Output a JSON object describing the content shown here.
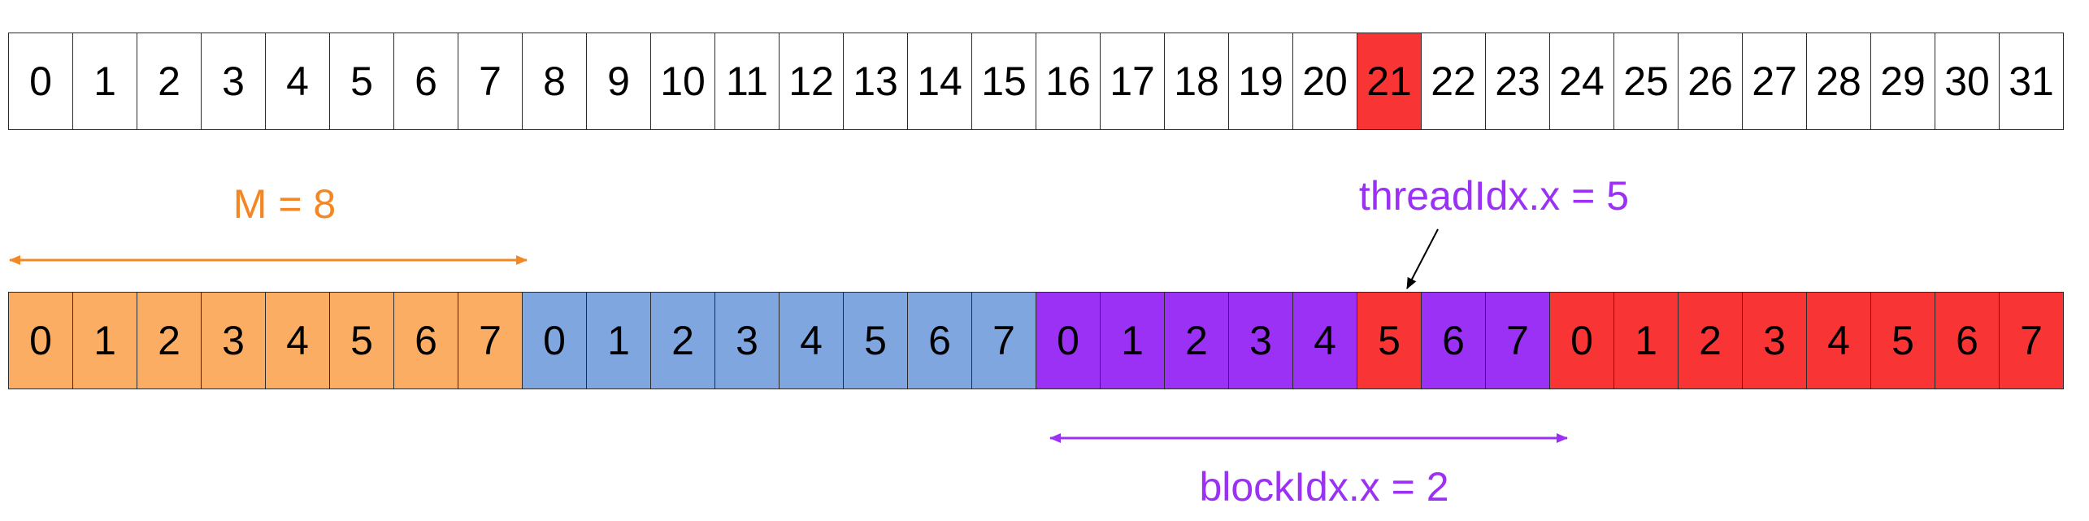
{
  "colors": {
    "default": "#ffffff",
    "highlight": "#f93434",
    "block0": "#fbae63",
    "block1": "#7fa6de",
    "block2": "#9a31f4",
    "block3": "#f93434",
    "m_label": "#f38724",
    "thread_label": "#9a31f4",
    "block_label": "#9a31f4",
    "pointer": "#000000"
  },
  "global_indices": {
    "cells": [
      "0",
      "1",
      "2",
      "3",
      "4",
      "5",
      "6",
      "7",
      "8",
      "9",
      "10",
      "11",
      "12",
      "13",
      "14",
      "15",
      "16",
      "17",
      "18",
      "19",
      "20",
      "21",
      "22",
      "23",
      "24",
      "25",
      "26",
      "27",
      "28",
      "29",
      "30",
      "31"
    ],
    "highlighted_index": 21
  },
  "blocks": [
    {
      "color_key": "block0",
      "cells": [
        "0",
        "1",
        "2",
        "3",
        "4",
        "5",
        "6",
        "7"
      ]
    },
    {
      "color_key": "block1",
      "cells": [
        "0",
        "1",
        "2",
        "3",
        "4",
        "5",
        "6",
        "7"
      ]
    },
    {
      "color_key": "block2",
      "cells": [
        "0",
        "1",
        "2",
        "3",
        "4",
        "5",
        "6",
        "7"
      ],
      "highlighted_thread": 5
    },
    {
      "color_key": "block3",
      "cells": [
        "0",
        "1",
        "2",
        "3",
        "4",
        "5",
        "6",
        "7"
      ]
    }
  ],
  "labels": {
    "m": "M = 8",
    "thread": "threadIdx.x = 5",
    "block": "blockIdx.x = 2"
  }
}
